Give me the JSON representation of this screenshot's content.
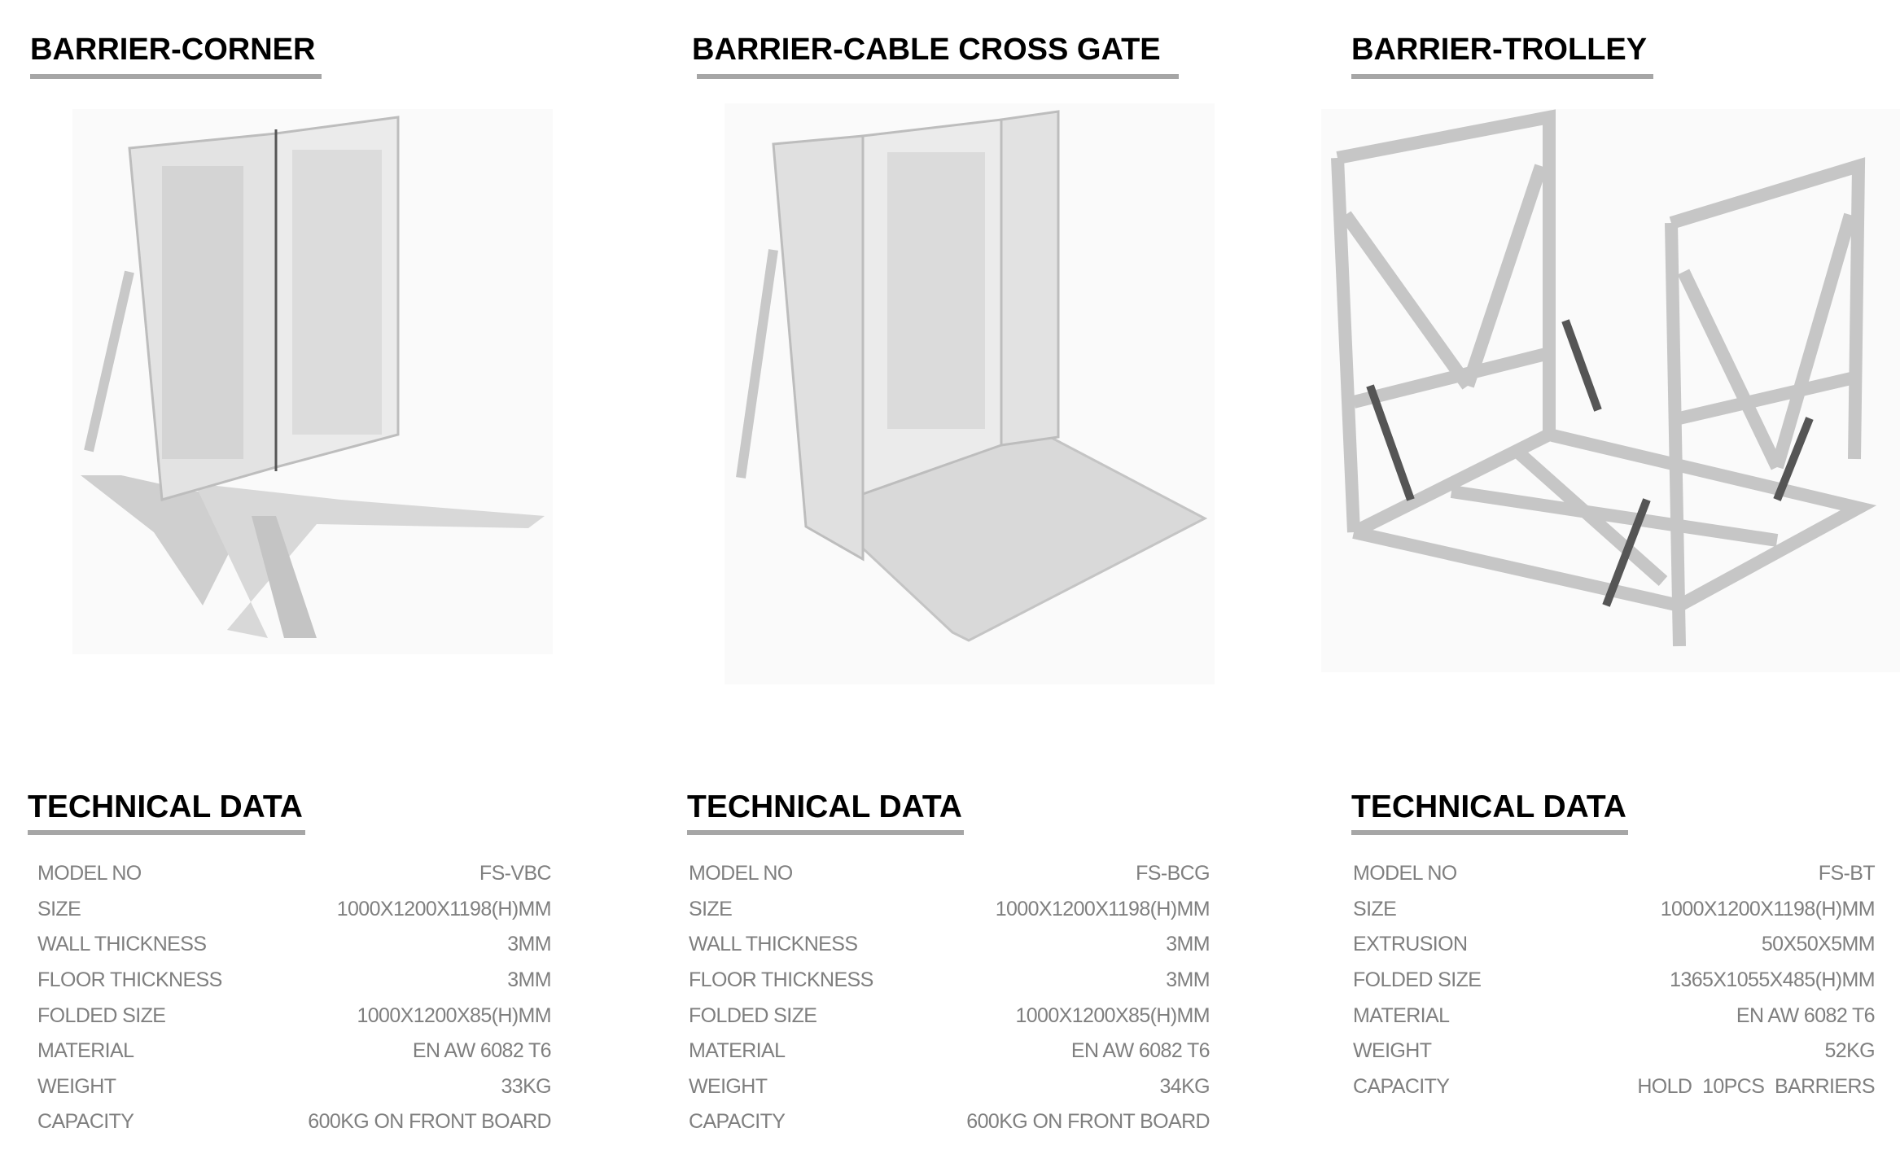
{
  "products": [
    {
      "title": "BARRIER-CORNER",
      "technical_heading": "TECHNICAL DATA",
      "specs": [
        {
          "label": "MODEL NO",
          "value": "FS-VBC"
        },
        {
          "label": "SIZE",
          "value": "1000X1200X1198(H)MM"
        },
        {
          "label": "WALL THICKNESS",
          "value": "3MM"
        },
        {
          "label": "FLOOR THICKNESS",
          "value": "3MM"
        },
        {
          "label": "FOLDED SIZE",
          "value": "1000X1200X85(H)MM"
        },
        {
          "label": "MATERIAL",
          "value": "EN AW 6082 T6"
        },
        {
          "label": "WEIGHT",
          "value": "33KG"
        },
        {
          "label": "CAPACITY",
          "value": "600KG ON FRONT BOARD"
        }
      ]
    },
    {
      "title": "BARRIER-CABLE CROSS GATE",
      "technical_heading": "TECHNICAL DATA",
      "specs": [
        {
          "label": "MODEL NO",
          "value": "FS-BCG"
        },
        {
          "label": "SIZE",
          "value": "1000X1200X1198(H)MM"
        },
        {
          "label": "WALL THICKNESS",
          "value": "3MM"
        },
        {
          "label": "FLOOR THICKNESS",
          "value": "3MM"
        },
        {
          "label": "FOLDED SIZE",
          "value": "1000X1200X85(H)MM"
        },
        {
          "label": "MATERIAL",
          "value": "EN AW 6082 T6"
        },
        {
          "label": "WEIGHT",
          "value": "34KG"
        },
        {
          "label": "CAPACITY",
          "value": "600KG ON FRONT BOARD"
        }
      ]
    },
    {
      "title": "BARRIER-TROLLEY",
      "technical_heading": "TECHNICAL DATA",
      "specs": [
        {
          "label": "MODEL NO",
          "value": "FS-BT"
        },
        {
          "label": "SIZE",
          "value": "1000X1200X1198(H)MM"
        },
        {
          "label": "EXTRUSION",
          "value": "50X50X5MM"
        },
        {
          "label": "FOLDED SIZE",
          "value": "1365X1055X485(H)MM"
        },
        {
          "label": "MATERIAL",
          "value": "EN AW 6082 T6"
        },
        {
          "label": "WEIGHT",
          "value": "52KG"
        },
        {
          "label": "CAPACITY",
          "value": "HOLD  10PCS  BARRIERS"
        }
      ]
    }
  ]
}
